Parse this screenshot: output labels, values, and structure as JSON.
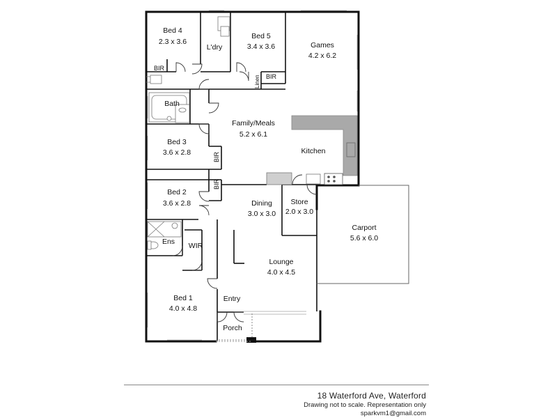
{
  "rooms": {
    "bed4": {
      "name": "Bed 4",
      "size": "2.3 x 3.6"
    },
    "ldry": {
      "name": "L'dry"
    },
    "bed5": {
      "name": "Bed 5",
      "size": "3.4 x 3.6"
    },
    "games": {
      "name": "Games",
      "size": "4.2 x 6.2"
    },
    "bath": {
      "name": "Bath"
    },
    "family": {
      "name": "Family/Meals",
      "size": "5.2 x 6.1"
    },
    "kitchen": {
      "name": "Kitchen"
    },
    "bed3": {
      "name": "Bed 3",
      "size": "3.6 x 2.8"
    },
    "bed2": {
      "name": "Bed 2",
      "size": "3.6 x 2.8"
    },
    "dining": {
      "name": "Dining",
      "size": "3.0 x 3.0"
    },
    "store": {
      "name": "Store",
      "size": "2.0 x 3.0"
    },
    "carport": {
      "name": "Carport",
      "size": "5.6 x 6.0"
    },
    "ens": {
      "name": "Ens"
    },
    "wir": {
      "name": "WIR"
    },
    "lounge": {
      "name": "Lounge",
      "size": "4.0 x 4.5"
    },
    "bed1": {
      "name": "Bed 1",
      "size": "4.0 x 4.8"
    },
    "entry": {
      "name": "Entry"
    },
    "porch": {
      "name": "Porch"
    }
  },
  "small_labels": {
    "bir_bed4": "BIR",
    "bir_bed5": "BIR",
    "linen": "Linen",
    "bir_bed3": "BIR",
    "bir_bed2": "BIR"
  },
  "footer": {
    "address": "18 Waterford Ave, Waterford",
    "note": "Drawing not to scale. Representation only",
    "email": "sparkvm1@gmail.com"
  },
  "colors": {
    "wall": "#111111",
    "counter": "#a9a9a9",
    "fixture": "#777777"
  }
}
